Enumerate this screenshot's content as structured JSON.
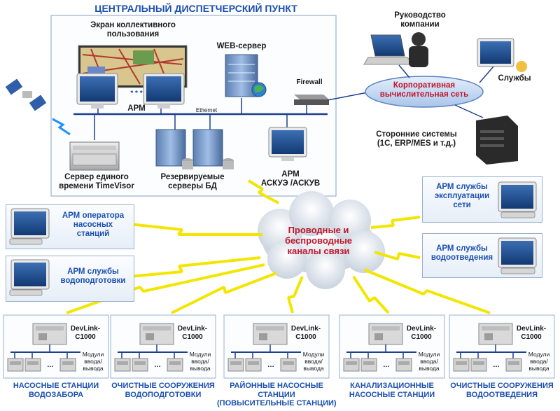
{
  "title": "ЦЕНТРАЛЬНЫЙ ДИСПЕТЧЕРСКИЙ ПУНКТ",
  "center": {
    "screen_label": "Экран коллективного\nпользования",
    "web_server": "WEB-сервер",
    "arm": "АРМ",
    "dots": "* * *",
    "ethernet": "Ethernet",
    "firewall": "Firewall",
    "time_server": "Сервер единого\nвремени TimeVisor",
    "db_servers": "Резервируемые\nсерверы БД",
    "arm_askue": "АРМ\nАСКУЭ /АСКУВ"
  },
  "corporate": {
    "management": "Руководство\nкомпании",
    "network": "Корпоративная\nвычислительная сеть",
    "services": "Службы",
    "third_party": "Сторонние системы\n(1С, ERP/MES и т.д.)"
  },
  "cloud": "Проводные и\nбеспроводные\nканалы связи",
  "left_arms": [
    {
      "label": "АРМ оператора\nнасосных\nстанций"
    },
    {
      "label": "АРМ службы\nводоподготовки"
    }
  ],
  "right_arms": [
    {
      "label": "АРМ службы\nэксплуатации\nсети"
    },
    {
      "label": "АРМ службы\nводоотведения"
    }
  ],
  "device": {
    "name": "DevLink-\nC1000",
    "modules": "Модули\nввода/\nвывода",
    "ellipsis": "…"
  },
  "stations": [
    {
      "label": "НАСОСНЫЕ СТАНЦИИ\nВОДОЗАБОРА"
    },
    {
      "label": "ОЧИСТНЫЕ СООРУЖЕНИЯ\nВОДОПОДГОТОВКИ"
    },
    {
      "label": "РАЙОННЫЕ НАСОСНЫЕ\nСТАНЦИИ\n(ПОВЫСИТЕЛЬНЫЕ СТАНЦИИ)"
    },
    {
      "label": "КАНАЛИЗАЦИОННЫЕ\nНАСОСНЫЕ СТАНЦИИ"
    },
    {
      "label": "ОЧИСТНЫЕ СООРУЖЕНИЯ\nВОДООТВЕДЕНИЯ"
    }
  ],
  "colors": {
    "title": "#1a4fb0",
    "label_blue": "#1a4fb0",
    "cloud_text": "#c0152a",
    "lightning": "#f2e600",
    "line_blue": "#1c3f8f"
  }
}
